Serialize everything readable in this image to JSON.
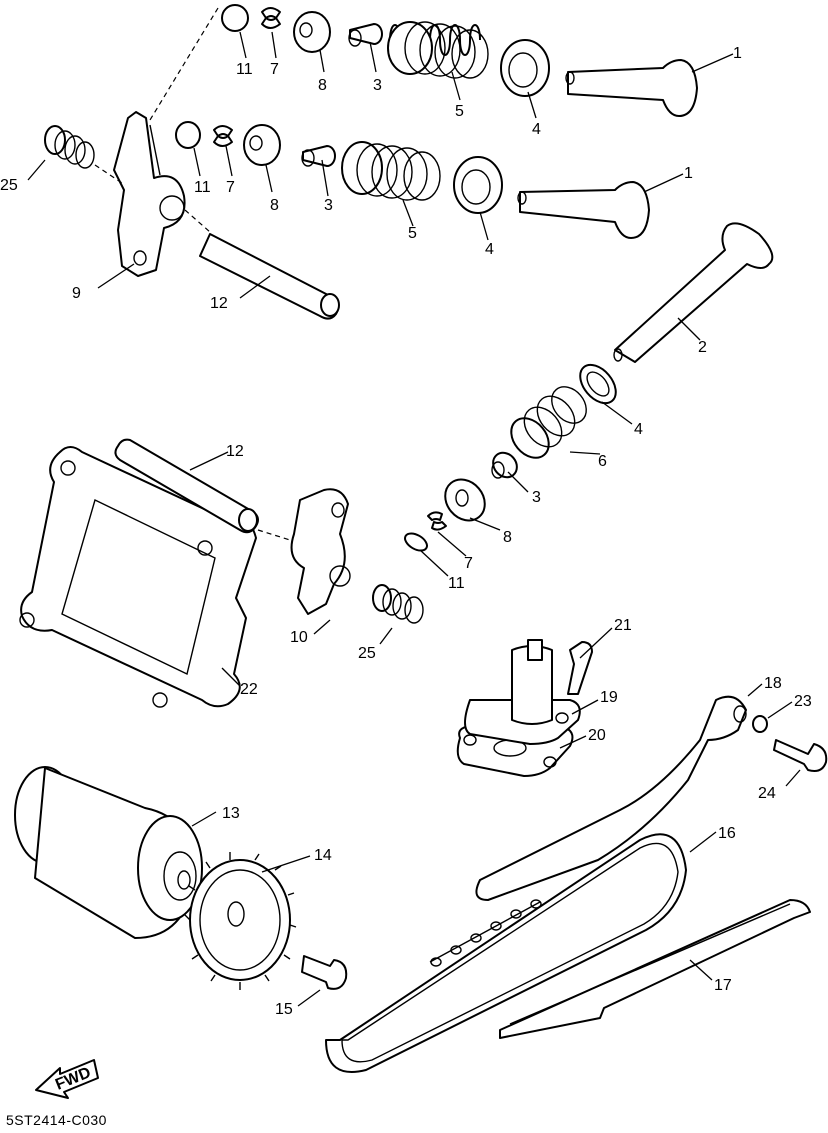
{
  "diagram": {
    "code": "5ST2414-C030",
    "fwd_label": "FWD",
    "callouts": {
      "p1a": "1",
      "p1b": "1",
      "p2": "2",
      "p3a": "3",
      "p3b": "3",
      "p3c": "3",
      "p4a": "4",
      "p4b": "4",
      "p4c": "4",
      "p5a": "5",
      "p5b": "5",
      "p6": "6",
      "p7a": "7",
      "p7b": "7",
      "p7c": "7",
      "p8a": "8",
      "p8b": "8",
      "p8c": "8",
      "p9": "9",
      "p10": "10",
      "p11a": "11",
      "p11b": "11",
      "p11c": "11",
      "p12a": "12",
      "p12b": "12",
      "p13": "13",
      "p14": "14",
      "p15": "15",
      "p16": "16",
      "p17": "17",
      "p18": "18",
      "p19": "19",
      "p20": "20",
      "p21": "21",
      "p22": "22",
      "p23": "23",
      "p24": "24",
      "p25a": "25",
      "p25b": "25"
    }
  }
}
